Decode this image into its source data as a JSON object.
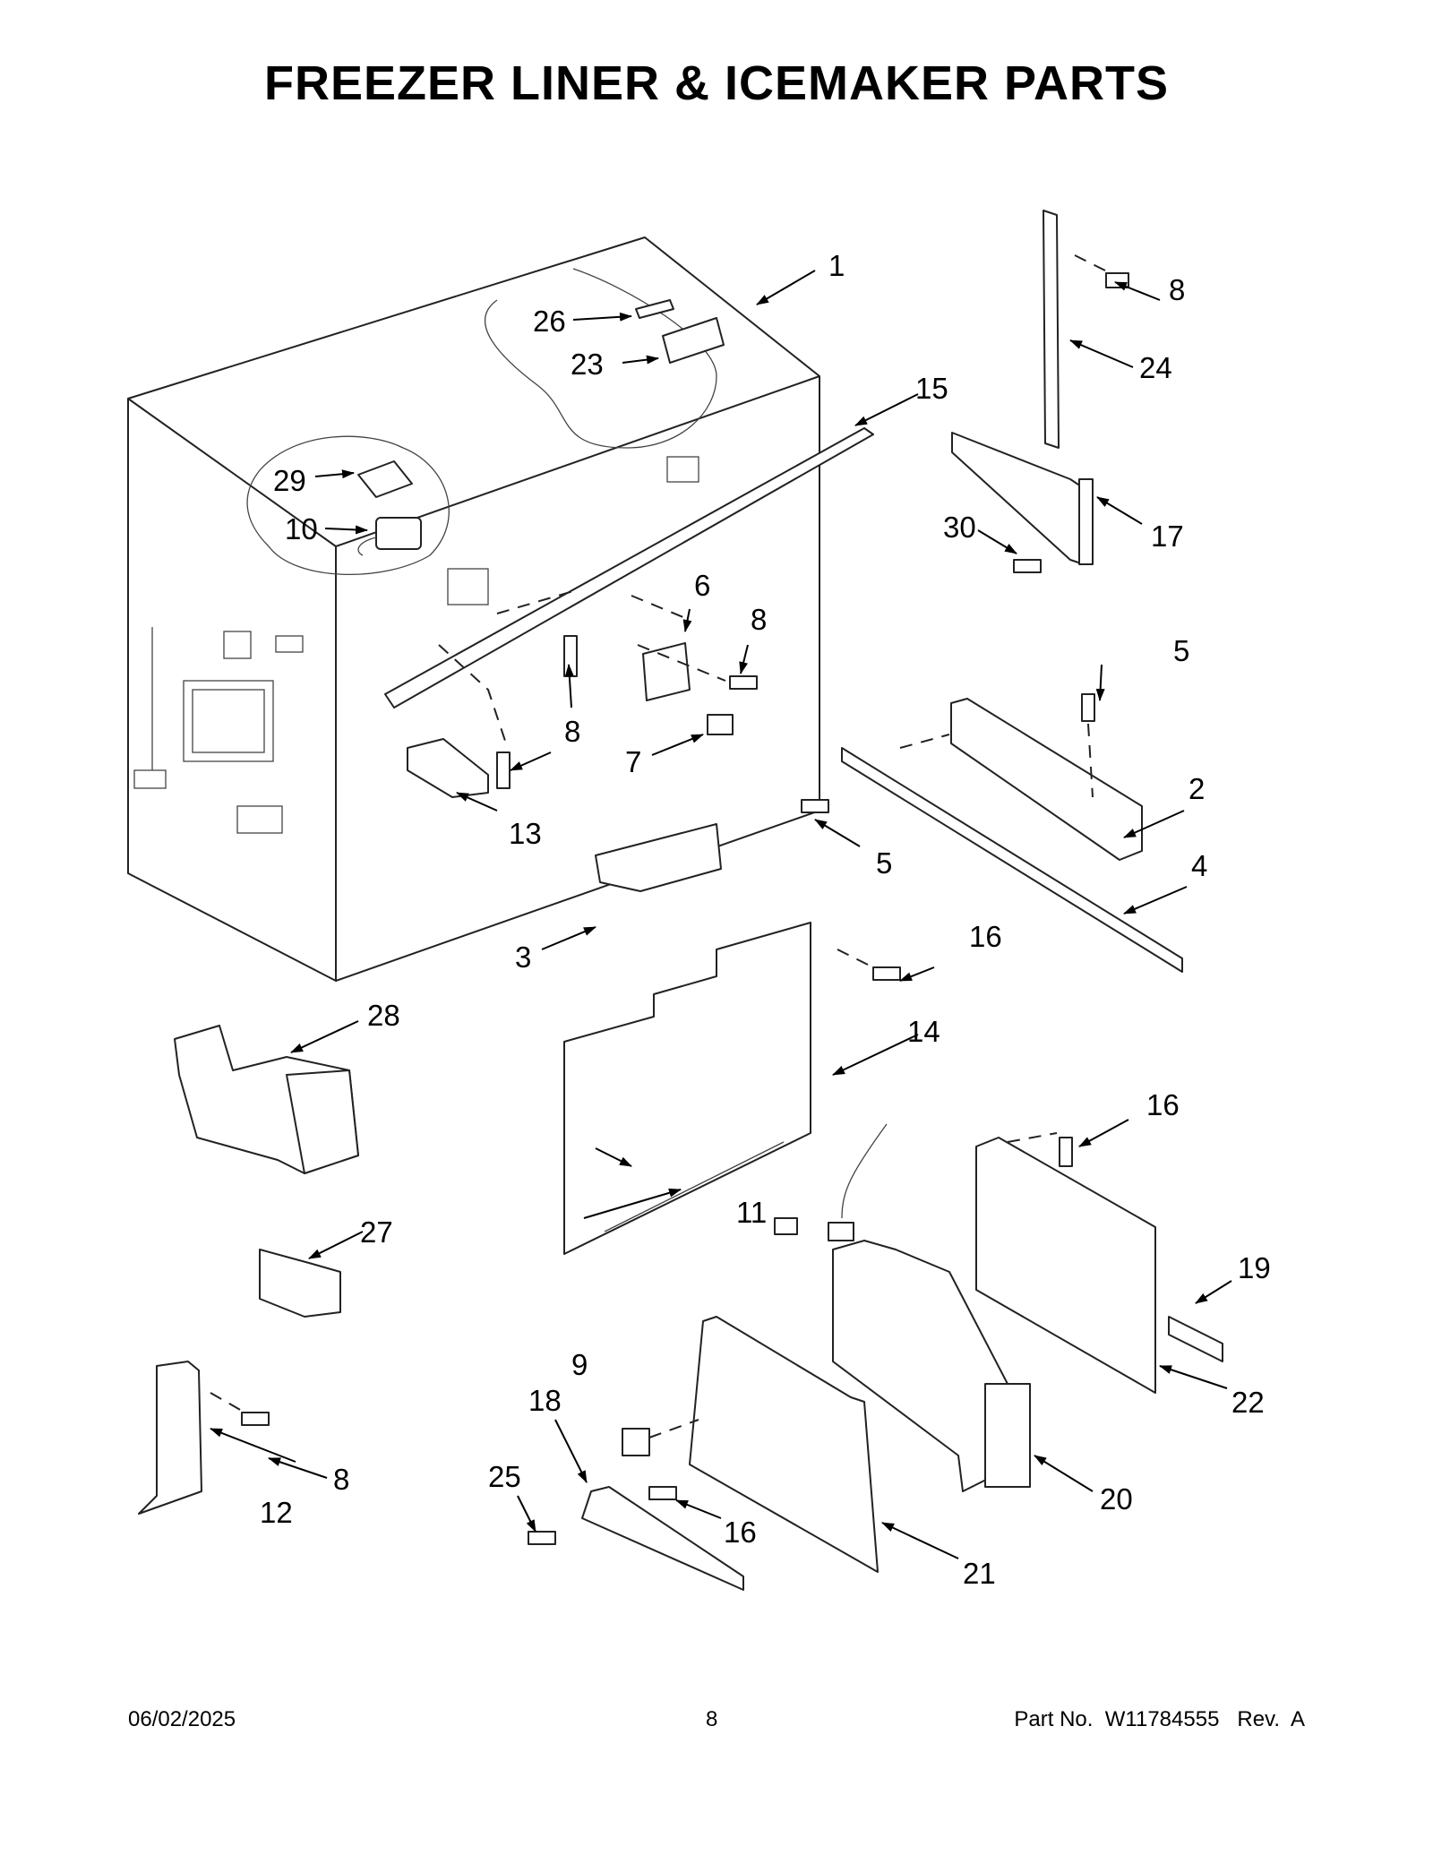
{
  "page": {
    "title": "FREEZER LINER & ICEMAKER PARTS"
  },
  "footer": {
    "date": "06/02/2025",
    "page_number": "8",
    "part_number": "Part No.  W11784555   Rev.  A"
  },
  "callouts": [
    {
      "id": "c1",
      "label": "1"
    },
    {
      "id": "c2",
      "label": "2"
    },
    {
      "id": "c3",
      "label": "3"
    },
    {
      "id": "c4",
      "label": "4"
    },
    {
      "id": "c5a",
      "label": "5"
    },
    {
      "id": "c5b",
      "label": "5"
    },
    {
      "id": "c6",
      "label": "6"
    },
    {
      "id": "c7",
      "label": "7"
    },
    {
      "id": "c8a",
      "label": "8"
    },
    {
      "id": "c8b",
      "label": "8"
    },
    {
      "id": "c8c",
      "label": "8"
    },
    {
      "id": "c8d",
      "label": "8"
    },
    {
      "id": "c9",
      "label": "9"
    },
    {
      "id": "c10",
      "label": "10"
    },
    {
      "id": "c11",
      "label": "11"
    },
    {
      "id": "c12",
      "label": "12"
    },
    {
      "id": "c13",
      "label": "13"
    },
    {
      "id": "c14",
      "label": "14"
    },
    {
      "id": "c15",
      "label": "15"
    },
    {
      "id": "c16a",
      "label": "16"
    },
    {
      "id": "c16b",
      "label": "16"
    },
    {
      "id": "c16c",
      "label": "16"
    },
    {
      "id": "c17",
      "label": "17"
    },
    {
      "id": "c18",
      "label": "18"
    },
    {
      "id": "c19",
      "label": "19"
    },
    {
      "id": "c20",
      "label": "20"
    },
    {
      "id": "c21",
      "label": "21"
    },
    {
      "id": "c22",
      "label": "22"
    },
    {
      "id": "c23",
      "label": "23"
    },
    {
      "id": "c24",
      "label": "24"
    },
    {
      "id": "c25",
      "label": "25"
    },
    {
      "id": "c26",
      "label": "26"
    },
    {
      "id": "c27",
      "label": "27"
    },
    {
      "id": "c28",
      "label": "28"
    },
    {
      "id": "c29",
      "label": "29"
    },
    {
      "id": "c30",
      "label": "30"
    }
  ]
}
